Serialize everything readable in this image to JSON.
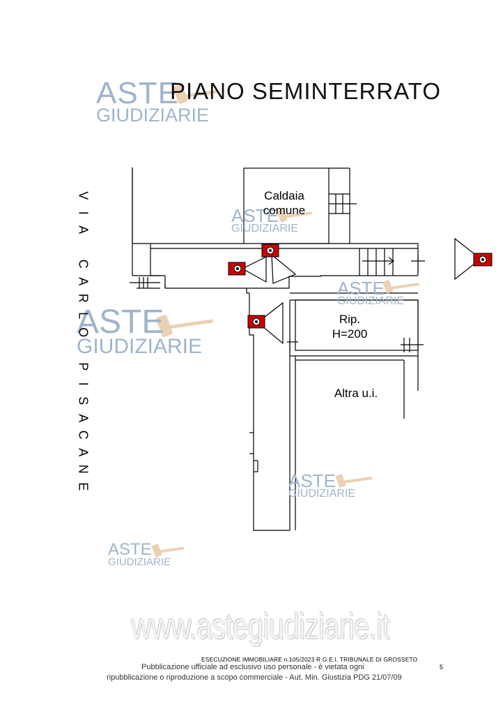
{
  "title": "PIANO SEMINTERRATO",
  "street_label": "VIA CARLO PISACANE",
  "rooms": {
    "caldaia_line1": "Caldaia",
    "caldaia_line2": "comune",
    "rip_line1": "Rip.",
    "rip_line2": "H=200",
    "altra": "Altra u.i."
  },
  "watermark": {
    "aste": "ASTE",
    "giudiziarie": "GIUDIZIARIE",
    "site": "www.astegiudiziarie.it"
  },
  "footer": {
    "execution": "ESECUZIONE IMMOBILIARE n.105/2023 R.G.E.I.     TRIBUNALE DI GROSSETO",
    "page_number": "5",
    "publication_line1": "Pubblicazione ufficiale ad esclusivo uso personale - è vietata ogni",
    "publication_line2": "ripubblicazione o riproduzione a scopo commerciale - Aut. Min. Giustizia PDG 21/07/09"
  },
  "colors": {
    "line": "#000000",
    "camera": "#cc0000",
    "watermark": "#9fb4cc",
    "gavel": "#e8c9a8"
  },
  "icons": [
    "camera-icon",
    "gavel-icon"
  ]
}
